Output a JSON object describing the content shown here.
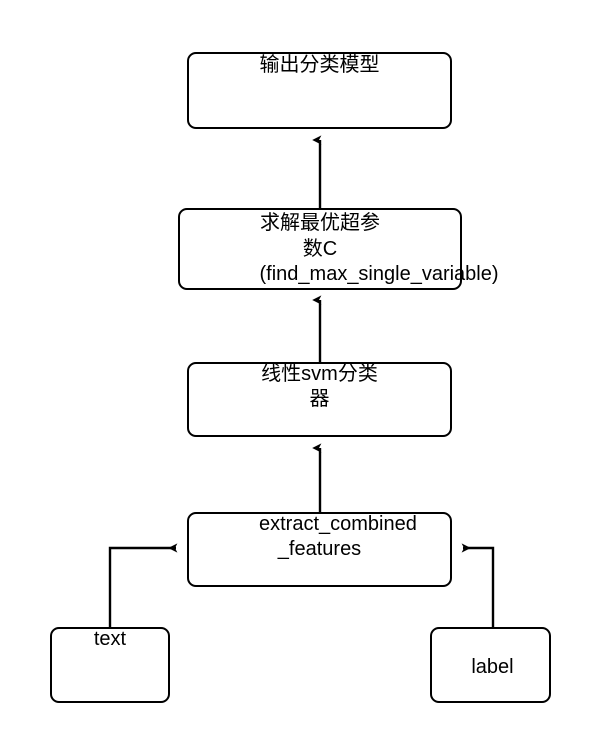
{
  "diagram": {
    "type": "flowchart",
    "orientation": "bottom-to-top",
    "background_color": "#ffffff",
    "stroke_color": "#000000",
    "node_fill_color": "#ffffff",
    "nodes": [
      {
        "id": "output-model",
        "label": "输出分类模型",
        "shape": "rounded-rectangle"
      },
      {
        "id": "find-hyperparam",
        "label": "求解最优超参数C\n(find_max_single_variable)",
        "shape": "rounded-rectangle"
      },
      {
        "id": "linear-svm",
        "label": "线性svm分类器",
        "shape": "rounded-rectangle"
      },
      {
        "id": "extract-features",
        "label": "extract_combined\n_features",
        "shape": "rounded-rectangle"
      },
      {
        "id": "text",
        "label": "text",
        "shape": "rounded-rectangle"
      },
      {
        "id": "label",
        "label": "label",
        "shape": "rounded-rectangle"
      }
    ],
    "edges": [
      {
        "id": "edge-find-to-output",
        "from": "find-hyperparam",
        "to": "output-model",
        "arrow": "up"
      },
      {
        "id": "edge-svm-to-find",
        "from": "linear-svm",
        "to": "find-hyperparam",
        "arrow": "up"
      },
      {
        "id": "edge-extract-to-svm",
        "from": "extract-features",
        "to": "linear-svm",
        "arrow": "up"
      },
      {
        "id": "edge-text-to-extract",
        "from": "text",
        "to": "extract-features",
        "arrow": "right"
      },
      {
        "id": "edge-label-to-extract",
        "from": "label",
        "to": "extract-features",
        "arrow": "left"
      }
    ]
  }
}
